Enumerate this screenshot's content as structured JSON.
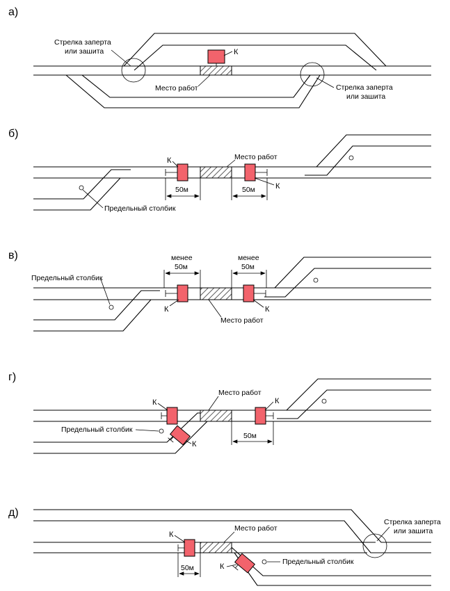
{
  "panels": {
    "a": {
      "label": "а)",
      "switch_left": [
        "Стрелка заперта",
        "или зашита"
      ],
      "switch_right": [
        "Стрелка заперта",
        "или зашита"
      ],
      "worksite": "Место работ",
      "k": "К"
    },
    "b": {
      "label": "б)",
      "worksite": "Место работ",
      "k_left": "К",
      "k_right": "К",
      "dist_left": "50м",
      "dist_right": "50м",
      "limit_post": "Предельный столбик"
    },
    "v": {
      "label": "в)",
      "worksite": "Место работ",
      "k_left": "К",
      "k_right": "К",
      "dist_left": [
        "менее",
        "50м"
      ],
      "dist_right": [
        "менее",
        "50м"
      ],
      "limit_post": "Предельный столбик"
    },
    "g": {
      "label": "г)",
      "worksite": "Место работ",
      "k_left": "К",
      "k_diag": "К",
      "k_right": "К",
      "dist_right": "50м",
      "limit_post": "Предельный столбик"
    },
    "d": {
      "label": "д)",
      "worksite": "Место работ",
      "k_left": "К",
      "k_diag": "К",
      "dist_left": "50м",
      "limit_post": "Предельный столбик",
      "switch": [
        "Стрелка заперта",
        "или зашита"
      ]
    }
  },
  "colors": {
    "blocker": "#f2636c",
    "line": "#000000",
    "background": "#ffffff"
  }
}
